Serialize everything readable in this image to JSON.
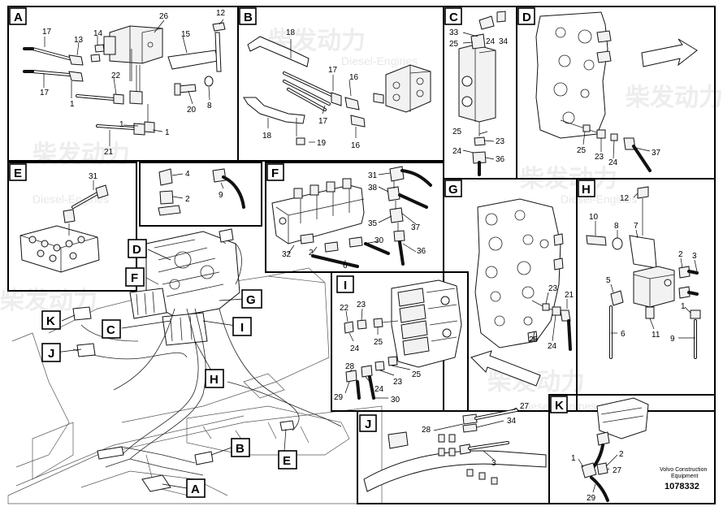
{
  "watermark": {
    "brand": "柴发动力",
    "sub": "Diesel-Engines"
  },
  "footer": {
    "line1": "Volvo Construction",
    "line2": "Equipment",
    "doc_number": "1078332"
  },
  "views": {
    "A": {
      "label": "A",
      "parts": [
        "26",
        "12",
        "17",
        "13",
        "14",
        "15",
        "22",
        "17",
        "1",
        "1",
        "20",
        "8",
        "21",
        "1"
      ]
    },
    "B": {
      "label": "B",
      "parts": [
        "18",
        "17",
        "16",
        "17",
        "18",
        "19",
        "16"
      ]
    },
    "C": {
      "label": "C",
      "parts": [
        "33",
        "25",
        "24",
        "34",
        "25",
        "23",
        "24",
        "36"
      ]
    },
    "D": {
      "label": "D",
      "parts": [
        "25",
        "23",
        "24",
        "37"
      ]
    },
    "E": {
      "label": "E",
      "parts": [
        "31"
      ]
    },
    "F": {
      "label": "F",
      "parts": [
        "31",
        "38",
        "35",
        "37",
        "30",
        "36",
        "32",
        "2",
        "6"
      ]
    },
    "G": {
      "label": "G",
      "parts": [
        "23",
        "21",
        "25",
        "24"
      ]
    },
    "H": {
      "label": "H",
      "parts": [
        "12",
        "10",
        "8",
        "7",
        "2",
        "3",
        "5",
        "1",
        "6",
        "11",
        "9"
      ]
    },
    "I": {
      "label": "I",
      "parts": [
        "22",
        "23",
        "24",
        "25",
        "28",
        "24",
        "23",
        "25",
        "29",
        "30"
      ]
    },
    "J": {
      "label": "J",
      "parts": [
        "27",
        "28",
        "34",
        "3"
      ]
    },
    "K": {
      "label": "K",
      "parts": [
        "1",
        "2",
        "27",
        "29"
      ]
    },
    "detail": {
      "parts": [
        "4",
        "2",
        "9"
      ]
    },
    "overview": {
      "labels": [
        "D",
        "F",
        "K",
        "C",
        "J",
        "G",
        "I",
        "H",
        "B",
        "E",
        "A"
      ]
    }
  }
}
